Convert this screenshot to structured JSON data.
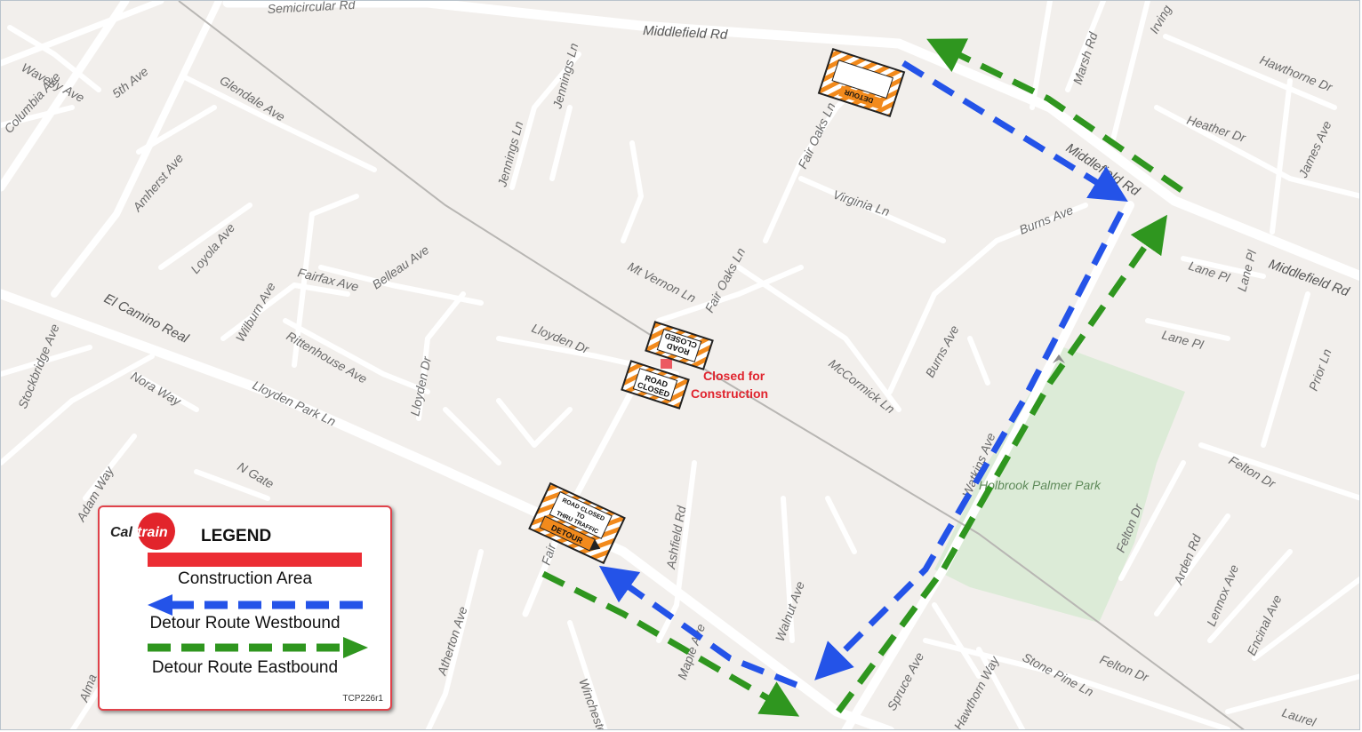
{
  "streets": {
    "middlefield_top": "Middlefield Rd",
    "middlefield_mid": "Middlefield Rd",
    "middlefield_right": "Middlefield Rd",
    "semicircular": "Semicircular Rd",
    "el_camino": "El Camino Real",
    "glendale": "Glendale Ave",
    "fifth": "5th Ave",
    "waverly": "Waverly Ave",
    "columbia": "Columbia Ave",
    "amherst": "Amherst Ave",
    "loyola": "Loyola Ave",
    "stockbridge": "Stockbridge Ave",
    "nora": "Nora Way",
    "wilburn": "Wilburn Ave",
    "fairfax": "Fairfax Ave",
    "belleau": "Belleau Ave",
    "rittenhouse": "Rittenhouse Ave",
    "lloyden_dr_vert": "Lloyden Dr",
    "lloyden_dr": "Lloyden Dr",
    "lloyden_park": "Lloyden Park Ln",
    "adam": "Adam Way",
    "ngate": "N Gate",
    "jennings1": "Jennings Ln",
    "jennings2": "Jennings Ln",
    "fairoaks_top": "Fair Oaks Ln",
    "fairoaks_mid": "Fair Oaks Ln",
    "fair_bottom": "Fair",
    "mtvernon": "Mt Vernon Ln",
    "virginia": "Virginia Ln",
    "mccormick": "McCormick Ln",
    "burns_ave": "Burns Ave",
    "burns_ave2": "Burns Ave",
    "watkins": "Watkins Ave",
    "marsh": "Marsh Rd",
    "irving": "Irving",
    "hawthorne": "Hawthorne Dr",
    "heather": "Heather Dr",
    "james": "James Ave",
    "lane_pl1": "Lane Pl",
    "lane_pl2": "Lane Pl",
    "lane_pl3": "Lane Pl",
    "prior": "Prior Ln",
    "felton1": "Felton Dr",
    "felton2": "Felton Dr",
    "felton3": "Felton Dr",
    "arden": "Arden Rd",
    "lennox": "Lennox Ave",
    "encinal": "Encinal Ave",
    "ashfield": "Ashfield Rd",
    "walnut": "Walnut Ave",
    "maple": "Maple Ave",
    "atherton": "Atherton Ave",
    "winchester": "Winchester",
    "spruce": "Spruce Ave",
    "hawthorn_way": "Hawthorn Way",
    "stone_pine": "Stone Pine Ln",
    "laurel": "Laurel",
    "alma": "Alma"
  },
  "park": {
    "name": "Holbrook Palmer Park"
  },
  "signs": {
    "road_closed": "ROAD\nCLOSED",
    "thru_traffic": "ROAD CLOSED\nTO\nTHRU TRAFFIC",
    "detour": "DETOUR"
  },
  "construction_note": {
    "line1": "Closed for",
    "line2": "Construction"
  },
  "legend": {
    "logo_text": "Caltrain",
    "title": "LEGEND",
    "construction_label": "Construction Area",
    "westbound_label": "Detour Route Westbound",
    "eastbound_label": "Detour Route Eastbound",
    "code": "TCP226r1"
  },
  "colors": {
    "construction": "#ec2d34",
    "westbound": "#2453e8",
    "eastbound": "#2f961f",
    "map_bg": "#f2efec",
    "road": "#ffffff",
    "park": "#dcebd7",
    "sign_orange": "#f28a1c"
  }
}
